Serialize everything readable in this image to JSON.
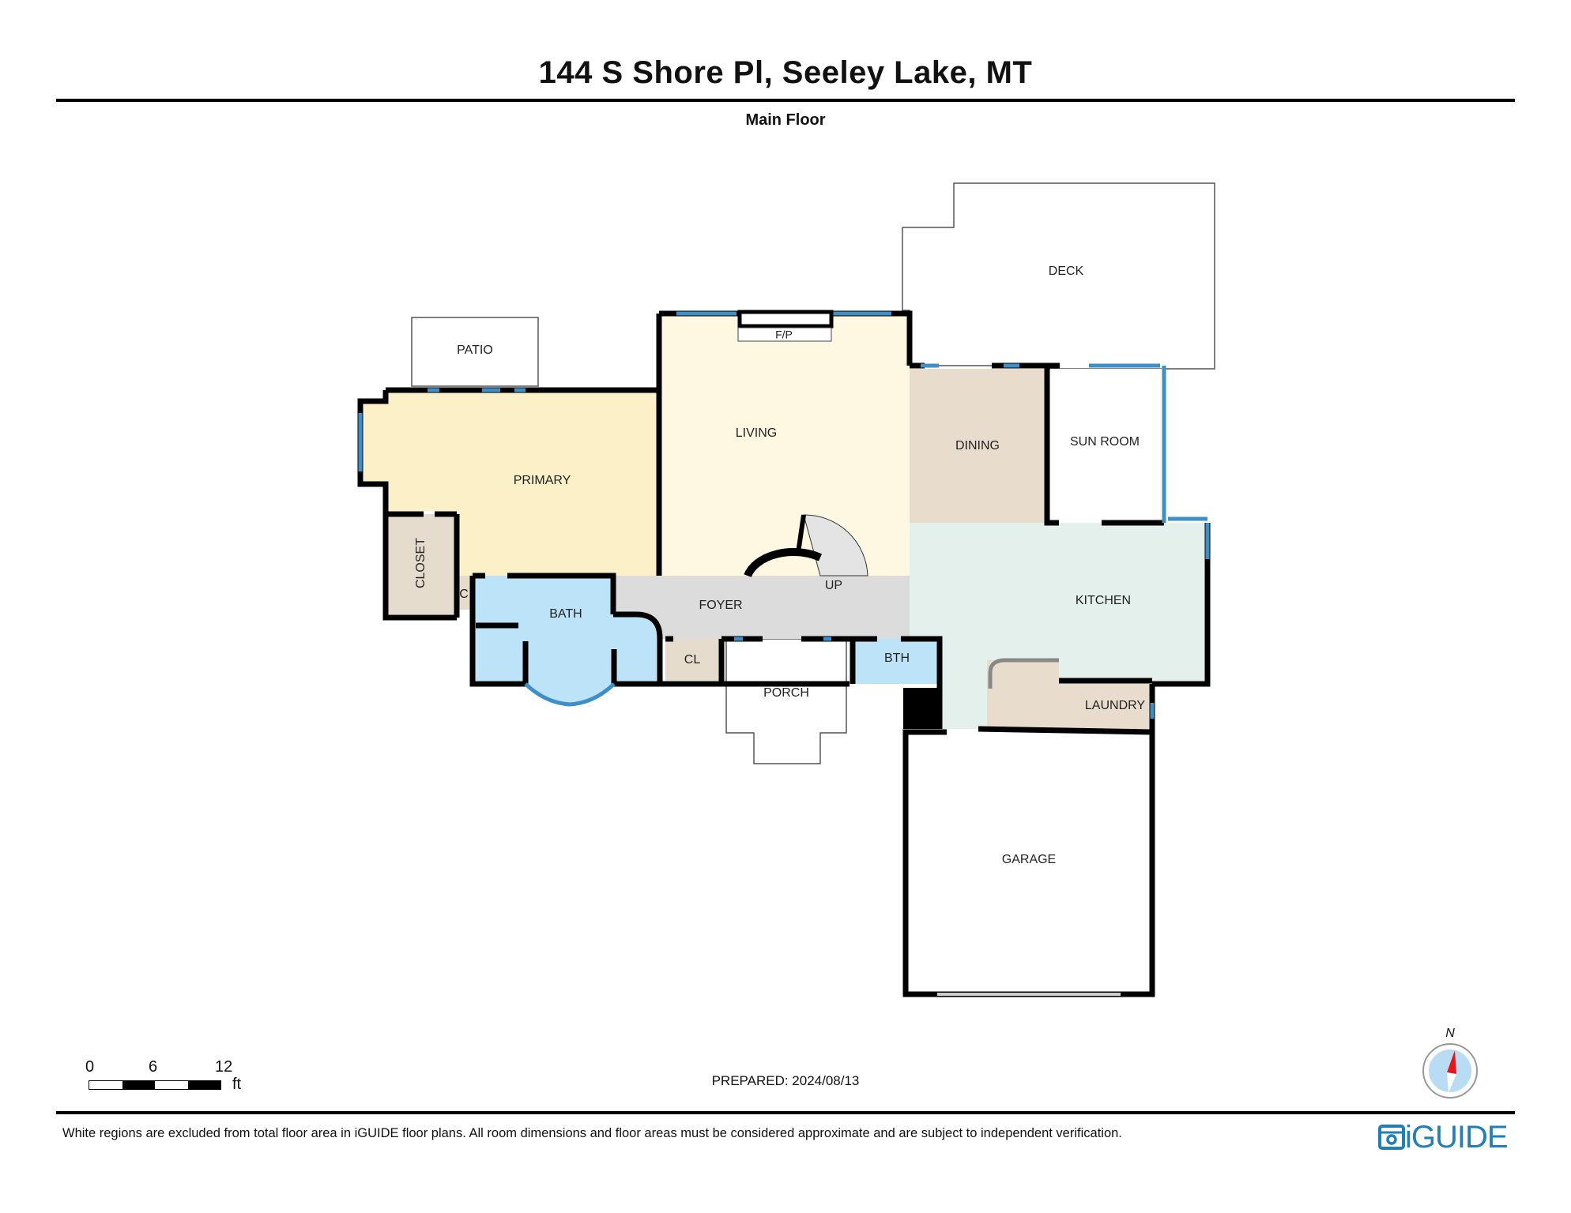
{
  "header": {
    "title": "144 S Shore Pl, Seeley Lake, MT",
    "floor": "Main Floor"
  },
  "colors": {
    "wall": "#000000",
    "window": "#3d8fc9",
    "primary": "#fcf0c9",
    "living": "#fef8e3",
    "dining": "#e8dccc",
    "closet": "#e6dccd",
    "bath": "#bde3f8",
    "foyer": "#dcdcdc",
    "kitchen": "#e3f0ec",
    "laundry": "#e8dccc",
    "exterior": "#ffffff",
    "brand": "#1f7fb8",
    "compass_north": "#e8141b",
    "compass_face": "#b9dcf5"
  },
  "rooms": {
    "patio": "PATIO",
    "primary": "PRIMARY",
    "closet": "CLOSET",
    "c": "C",
    "bath": "BATH",
    "living": "LIVING",
    "fireplace": "F/P",
    "dining": "DINING",
    "sun_room": "SUN ROOM",
    "deck": "DECK",
    "foyer": "FOYER",
    "up": "UP",
    "cl": "CL",
    "porch": "PORCH",
    "bth": "BTH",
    "kitchen": "KITCHEN",
    "laundry": "LAUNDRY",
    "garage": "GARAGE"
  },
  "scale_bar": {
    "ticks": [
      "0",
      "6",
      "12"
    ],
    "unit": "ft"
  },
  "footer": {
    "prepared": "PREPARED: 2024/08/13",
    "disclaimer": "White regions are excluded from total floor area in iGUIDE floor plans. All room dimensions and floor areas must be considered approximate and are subject to independent verification.",
    "compass_label": "N",
    "logo": "iGUIDE"
  }
}
